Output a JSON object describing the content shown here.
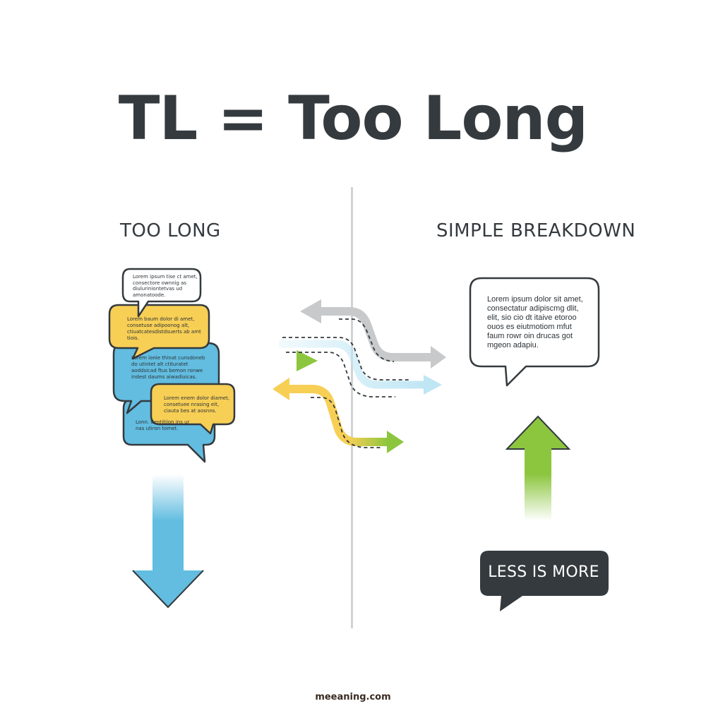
{
  "title": "TL = Too Long",
  "left_panel": {
    "heading": "TOO LONG",
    "bubbles": [
      "Lorem ipsum tise ct amet, consectore ownnig as diuluriniontetvas ud amonatoode.",
      "Lorem baum dolor di amet, consetuse adipoonog alt, ctiuatcatesdistdsuerts ab amt tiois.",
      "Lorem ionie thinat cunsdoneb do utintet alt ctituratet aoddsicad ftus bemon ronwe indest daums aiwadiuicas.",
      "Lorem enem dolor diamet, consetuee nrasing eit, ciauta bes at aosnns.",
      "Lonn. dentitiion ins ur nas utiron tomet."
    ]
  },
  "right_panel": {
    "heading": "SIMPLE BREAKDOWN",
    "bubble_text": "Lorem ipsum dolor sit amet, consectatur adipiscmg dlit, elit, sio cio dt itaive etoroo ouos es eiutmotiom mfut faum rowr oin drucas got mgeon adapiu.",
    "callout": "LESS IS MORE"
  },
  "colors": {
    "dark": "#343a3e",
    "yellow": "#f7cf55",
    "blue": "#62bde0",
    "green": "#8cc63f",
    "gray": "#c7c9cb",
    "light_blue": "#bfe6f4"
  },
  "footer": "meeaning.com"
}
